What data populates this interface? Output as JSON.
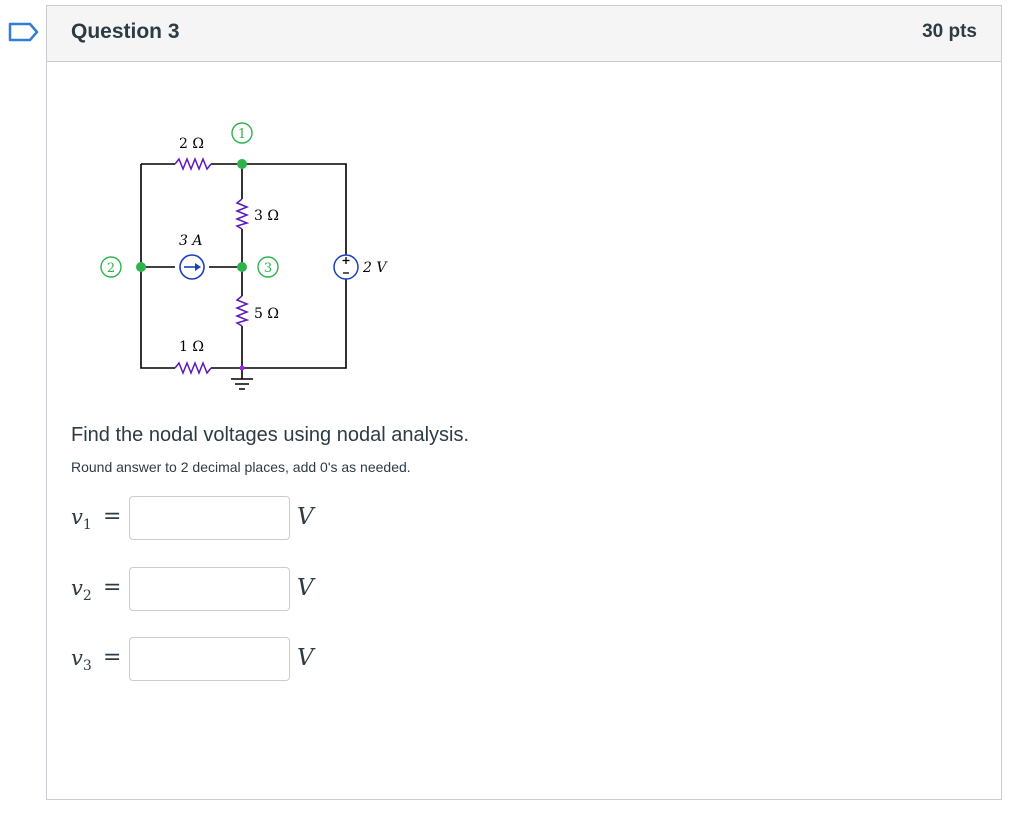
{
  "question": {
    "title": "Question 3",
    "points": "30 pts"
  },
  "circuit": {
    "r_top": "2 Ω",
    "r_mid_upper": "3 Ω",
    "r_mid_lower": "5 Ω",
    "r_bottom": "1 Ω",
    "current_source": "3 A",
    "voltage_source": "2 V",
    "node_1": "1",
    "node_2": "2",
    "node_3": "3"
  },
  "prompt": "Find the nodal voltages using nodal analysis.",
  "note": "Round answer to 2 decimal places, add 0's as needed.",
  "answers": [
    {
      "var": "v",
      "sub": "1",
      "eq": "=",
      "value": "",
      "unit": "V"
    },
    {
      "var": "v",
      "sub": "2",
      "eq": "=",
      "value": "",
      "unit": "V"
    },
    {
      "var": "v",
      "sub": "3",
      "eq": "=",
      "value": "",
      "unit": "V"
    }
  ],
  "colors": {
    "node_green": "#2eb34a",
    "source_blue": "#1a3fbf",
    "bookmark_blue": "#2e7fd1"
  }
}
